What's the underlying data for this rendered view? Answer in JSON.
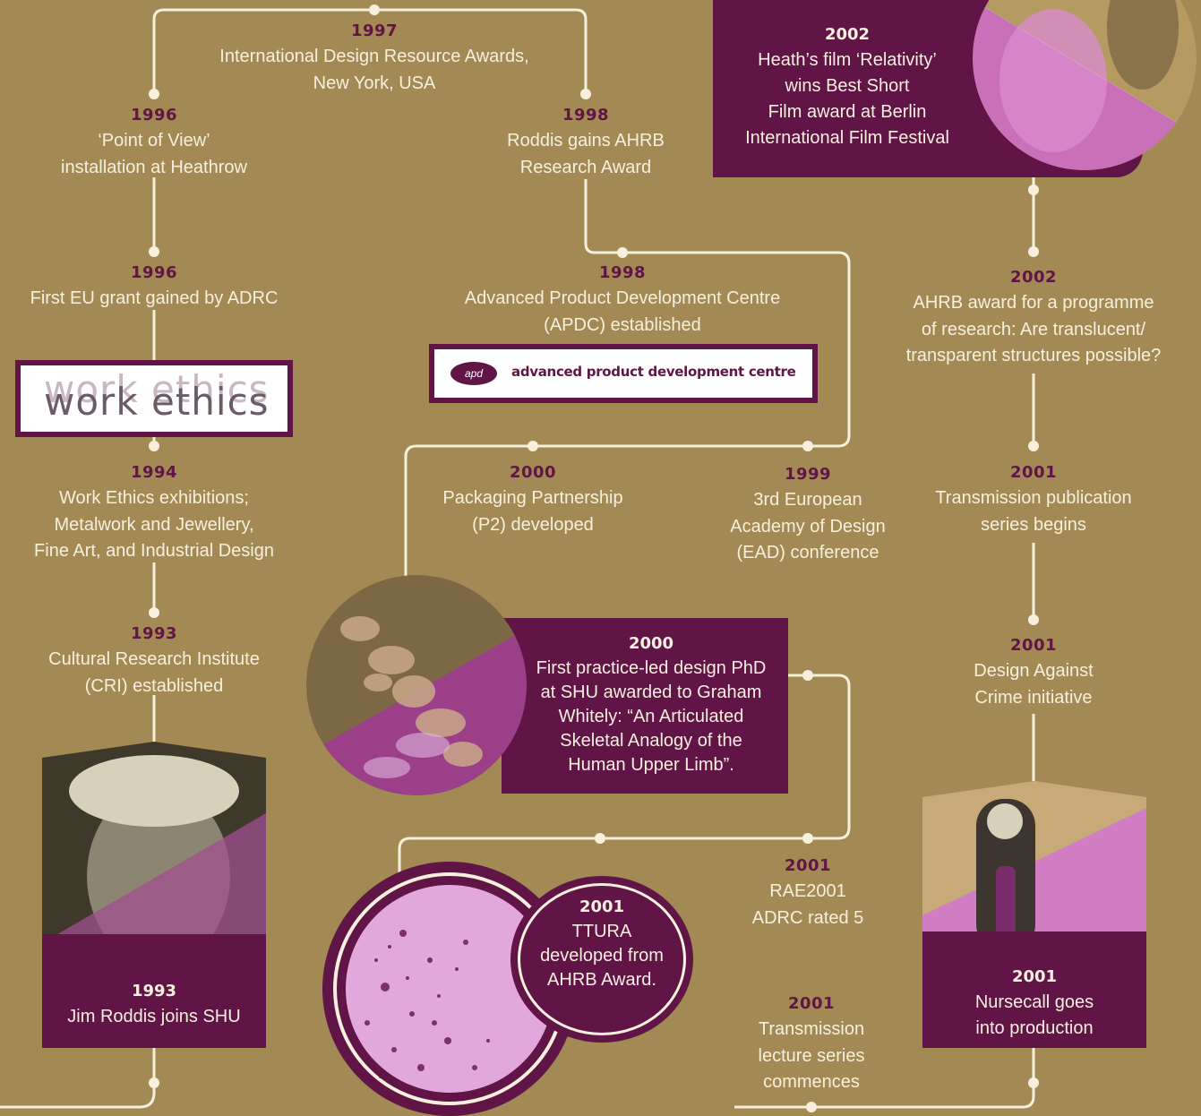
{
  "events": [
    {
      "id": "e1997",
      "year": "1997",
      "lines": [
        "International Design Resource Awards,",
        "New York, USA"
      ]
    },
    {
      "id": "e1996a",
      "year": "1996",
      "lines": [
        "‘Point of View’",
        "installation at Heathrow"
      ]
    },
    {
      "id": "e1998a",
      "year": "1998",
      "lines": [
        "Roddis gains AHRB",
        "Research Award"
      ]
    },
    {
      "id": "e1996b",
      "year": "1996",
      "lines": [
        "First EU grant gained by ADRC"
      ]
    },
    {
      "id": "e1998b",
      "year": "1998",
      "lines": [
        "Advanced Product Development Centre",
        "(APDC) established"
      ]
    },
    {
      "id": "e2002b",
      "year": "2002",
      "lines": [
        "AHRB award for a programme",
        "of research: Are translucent/",
        "transparent structures possible?"
      ]
    },
    {
      "id": "e1994",
      "year": "1994",
      "lines": [
        "Work Ethics exhibitions;",
        "Metalwork and Jewellery,",
        "Fine Art, and Industrial Design"
      ]
    },
    {
      "id": "e2000a",
      "year": "2000",
      "lines": [
        "Packaging Partnership",
        "(P2) developed"
      ]
    },
    {
      "id": "e1999",
      "year": "1999",
      "lines": [
        "3rd European",
        "Academy of Design",
        "(EAD) conference"
      ]
    },
    {
      "id": "e2001a",
      "year": "2001",
      "lines": [
        "Transmission publication",
        "series begins"
      ]
    },
    {
      "id": "e1993a",
      "year": "1993",
      "lines": [
        "Cultural Research Institute",
        "(CRI) established"
      ]
    },
    {
      "id": "e2001b",
      "year": "2001",
      "lines": [
        "Design Against",
        "Crime initiative"
      ]
    },
    {
      "id": "e2001c",
      "year": "2001",
      "lines": [
        "RAE2001",
        "ADRC rated 5"
      ]
    },
    {
      "id": "e2001d",
      "year": "2001",
      "lines": [
        "Transmission",
        "lecture series",
        "commences"
      ]
    }
  ],
  "featured": {
    "film": {
      "year": "2002",
      "lines": [
        "Heath’s film ‘Relativity’",
        "wins Best Short",
        "Film award at Berlin",
        "International Film Festival"
      ]
    },
    "phd": {
      "year": "2000",
      "lines": [
        "First practice-led design PhD",
        "at SHU awarded to Graham",
        "Whitely: “An Articulated",
        "Skeletal Analogy of the",
        "Human Upper Limb”."
      ]
    },
    "ttura": {
      "year": "2001",
      "lines": [
        "TTURA",
        "developed from",
        "AHRB Award."
      ]
    },
    "roddis": {
      "year": "1993",
      "lines": [
        "Jim Roddis joins SHU"
      ]
    },
    "nursecall": {
      "year": "2001",
      "lines": [
        "Nursecall goes",
        "into production"
      ]
    }
  },
  "logos": {
    "work_ethics": "work ethics",
    "apdc_badge": "apd",
    "apdc_name": "advanced product development centre"
  },
  "colors": {
    "background": "#a38a55",
    "accent": "#611446",
    "text": "#f6f0dd",
    "year": "#611446"
  }
}
